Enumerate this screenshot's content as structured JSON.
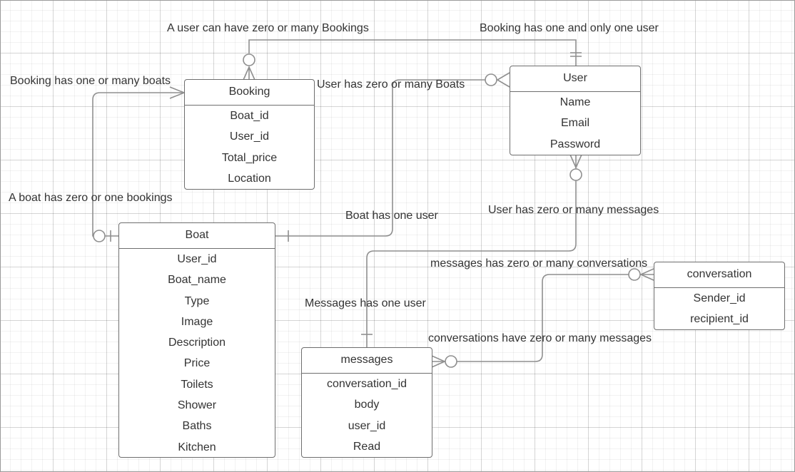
{
  "entities": {
    "booking": {
      "name": "Booking",
      "attributes": [
        "Boat_id",
        "User_id",
        "Total_price",
        "Location"
      ]
    },
    "user": {
      "name": "User",
      "attributes": [
        "Name",
        "Email",
        "Password"
      ]
    },
    "boat": {
      "name": "Boat",
      "attributes": [
        "User_id",
        "Boat_name",
        "Type",
        "Image",
        "Description",
        "Price",
        "Toilets",
        "Shower",
        "Baths",
        "Kitchen"
      ]
    },
    "conversation": {
      "name": "conversation",
      "attributes": [
        "Sender_id",
        "recipient_id"
      ]
    },
    "messages": {
      "name": "messages",
      "attributes": [
        "conversation_id",
        "body",
        "user_id",
        "Read"
      ]
    }
  },
  "relationships": {
    "user_bookings": "A user can have zero or many Bookings",
    "booking_user": "Booking has one and only one user",
    "booking_boats": "Booking has one or many boats",
    "user_boats": "User has zero or many Boats",
    "boat_bookings": "A boat has zero or one bookings",
    "boat_user": "Boat has one user",
    "user_messages": "User has zero or many messages",
    "messages_conversations": "messages has zero or many conversations",
    "messages_user": "Messages has one user",
    "conversations_messages": "conversations have zero or many messages"
  }
}
